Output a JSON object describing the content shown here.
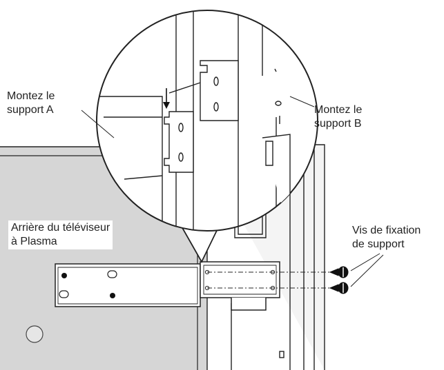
{
  "labels": {
    "bracket_a": [
      "Montez le",
      "support A"
    ],
    "bracket_b": [
      "Montez le",
      "support B"
    ],
    "tv_rear": [
      "Arrière du téléviseur",
      "à Plasma"
    ],
    "screws": [
      "Vis de fixation",
      "de support"
    ]
  },
  "colors": {
    "panel_fill": "#d6d6d6",
    "line": "#222222",
    "background": "#ffffff"
  }
}
